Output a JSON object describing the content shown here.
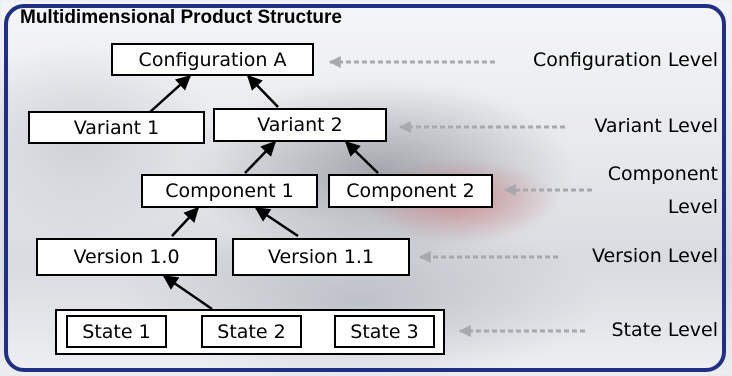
{
  "diagram": {
    "title": "Multidimensional Product Structure",
    "nodes": {
      "configuration_a": "Configuration A",
      "variant_1": "Variant 1",
      "variant_2": "Variant 2",
      "component_1": "Component 1",
      "component_2": "Component 2",
      "version_1_0": "Version 1.0",
      "version_1_1": "Version 1.1",
      "state_1": "State 1",
      "state_2": "State 2",
      "state_3": "State 3"
    },
    "levels": {
      "configuration": "Configuration Level",
      "variant": "Variant Level",
      "component_line1": "Component",
      "component_line2": "Level",
      "version": "Version Level",
      "state": "State Level"
    },
    "colors": {
      "frame": "#1f2f86",
      "level_arrow": "#a7a9ad"
    }
  }
}
